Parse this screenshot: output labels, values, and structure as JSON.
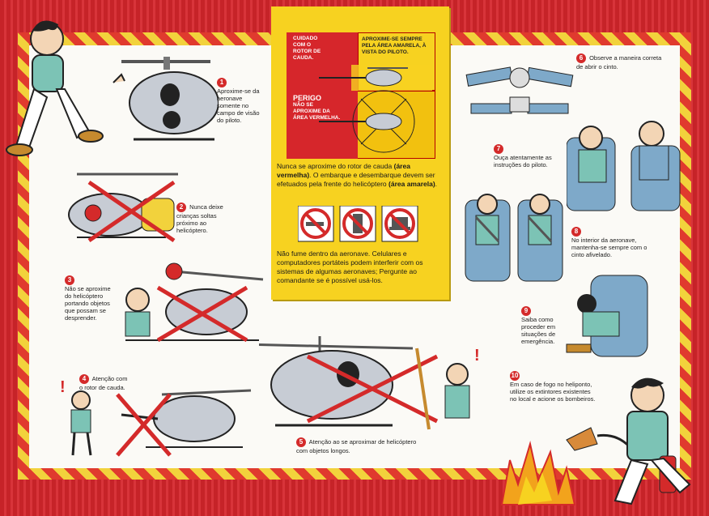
{
  "colors": {
    "border_red": "#c62328",
    "hazard_yellow": "#f2d23c",
    "panel": "#fbfaf6",
    "box_yellow": "#f7d220",
    "number_red": "#d42a2a"
  },
  "warning_box": {
    "caution_title": "CUIDADO COM O ROTOR DE CAUDA.",
    "approach_text": "APROXIME-SE SEMPRE PELA ÁREA AMARELA, À VISTA DO PILOTO.",
    "danger_title": "PERIGO",
    "danger_text": "NÃO SE APROXIME DA ÁREA VERMELHA.",
    "para1_a": "Nunca se aproxime do rotor de cauda",
    "para1_b": "(área vermelha)",
    "para1_c": ". O embarque e desembarque devem ser efetuados pela frente do helicóptero",
    "para1_d": "(área amarela)",
    "para1_e": ".",
    "para2": "Não fume dentro da aeronave. Celulares e computadores portáteis podem interferir com os sistemas de algumas aeronaves; Pergunte ao comandante se é possível usá-los."
  },
  "steps": [
    {
      "num": "1",
      "text": "Aproxime-se da aeronave somente no campo de visão do piloto."
    },
    {
      "num": "2",
      "text": "Nunca deixe crianças soltas próximo ao helicóptero."
    },
    {
      "num": "3",
      "text": "Não se aproxime do helicóptero portando objetos que possam se desprender."
    },
    {
      "num": "4",
      "text": "Atenção com o rotor de cauda."
    },
    {
      "num": "5",
      "text": "Atenção ao se aproximar de helicóptero com objetos longos."
    },
    {
      "num": "6",
      "text": "Observe a maneira correta de abrir o cinto."
    },
    {
      "num": "7",
      "text": "Ouça atentamente as instruções do piloto."
    },
    {
      "num": "8",
      "text": "No interior da aeronave, mantenha-se sempre com o cinto afivelado."
    },
    {
      "num": "9",
      "text": "Saiba como proceder em situações de emergência."
    },
    {
      "num": "10",
      "text": "Em caso de fogo no heliponto, utilize os extintores existentes no local e acione os bombeiros."
    }
  ],
  "icons": [
    "no-smoking-icon",
    "no-cellphone-icon",
    "no-laptop-icon"
  ]
}
